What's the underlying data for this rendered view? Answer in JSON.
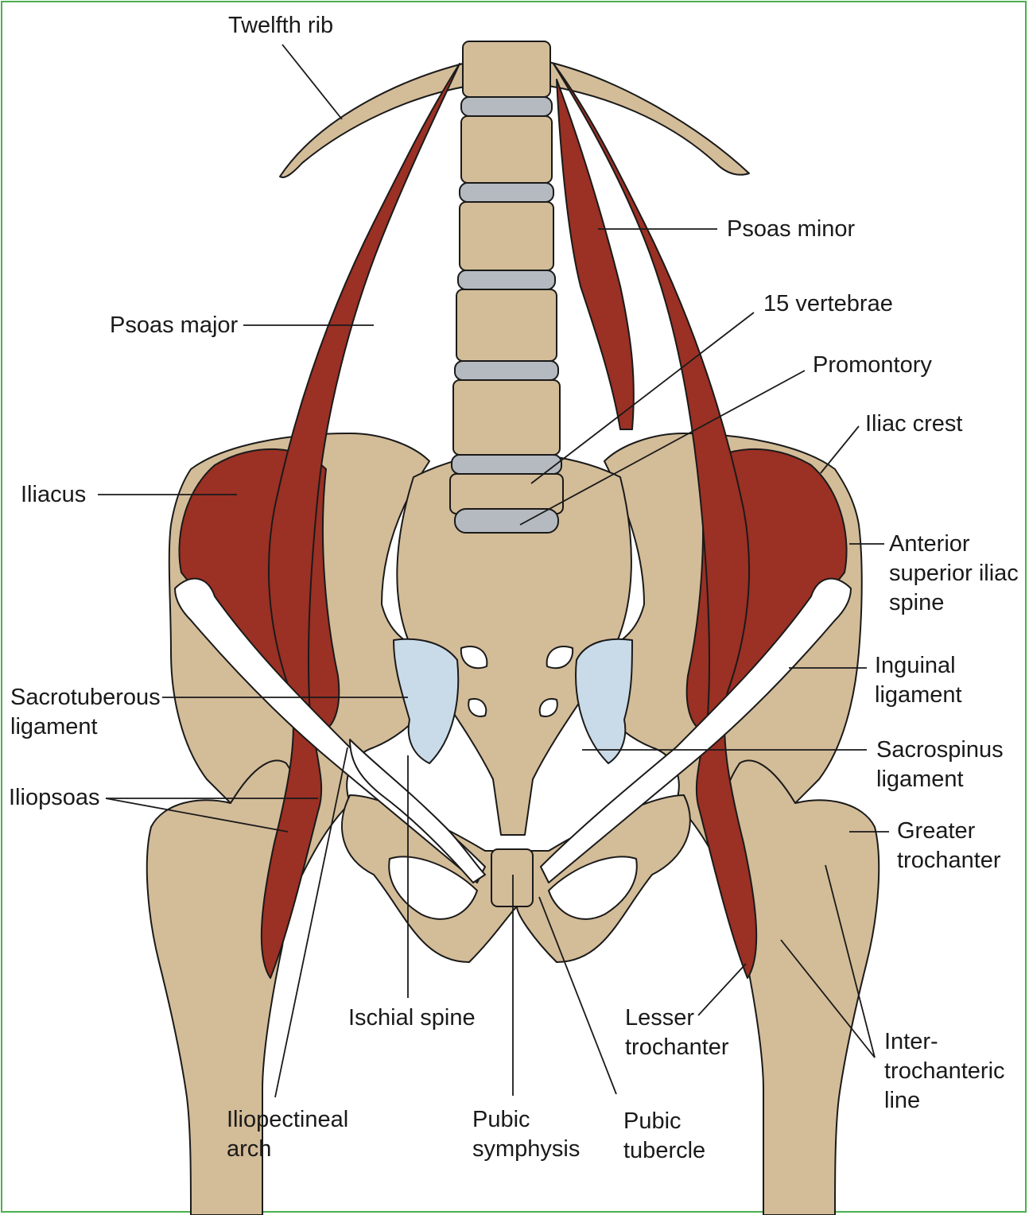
{
  "colors": {
    "muscle": "#9b3024",
    "bone": "#d3bc98",
    "disc": "#b4bac0",
    "ligament": "#c9dbe8",
    "tendon": "#ffffff",
    "outline": "#1a1a1a",
    "frame": "#4caf50"
  },
  "labels": {
    "twelfth_rib": "Twelfth rib",
    "psoas_minor": "Psoas minor",
    "psoas_major": "Psoas major",
    "l5_vertebrae": "15 vertebrae",
    "promontory": "Promontory",
    "iliac_crest": "Iliac crest",
    "iliacus": "Iliacus",
    "asis_1": "Anterior",
    "asis_2": "superior iliac",
    "asis_3": "spine",
    "inguinal_1": "Inguinal",
    "inguinal_2": "ligament",
    "sacrotuberous_1": "Sacrotuberous",
    "sacrotuberous_2": "ligament",
    "sacrospinus_1": "Sacrospinus",
    "sacrospinus_2": "ligament",
    "iliopsoas": "Iliopsoas",
    "greater_troch_1": "Greater",
    "greater_troch_2": "trochanter",
    "ischial_spine": "Ischial spine",
    "lesser_troch_1": "Lesser",
    "lesser_troch_2": "trochanter",
    "intertroch_1": "Inter-",
    "intertroch_2": "trochanteric",
    "intertroch_3": "line",
    "iliopectineal_1": "Iliopectineal",
    "iliopectineal_2": "arch",
    "pubic_symphysis_1": "Pubic",
    "pubic_symphysis_2": "symphysis",
    "pubic_tubercle_1": "Pubic",
    "pubic_tubercle_2": "tubercle"
  }
}
